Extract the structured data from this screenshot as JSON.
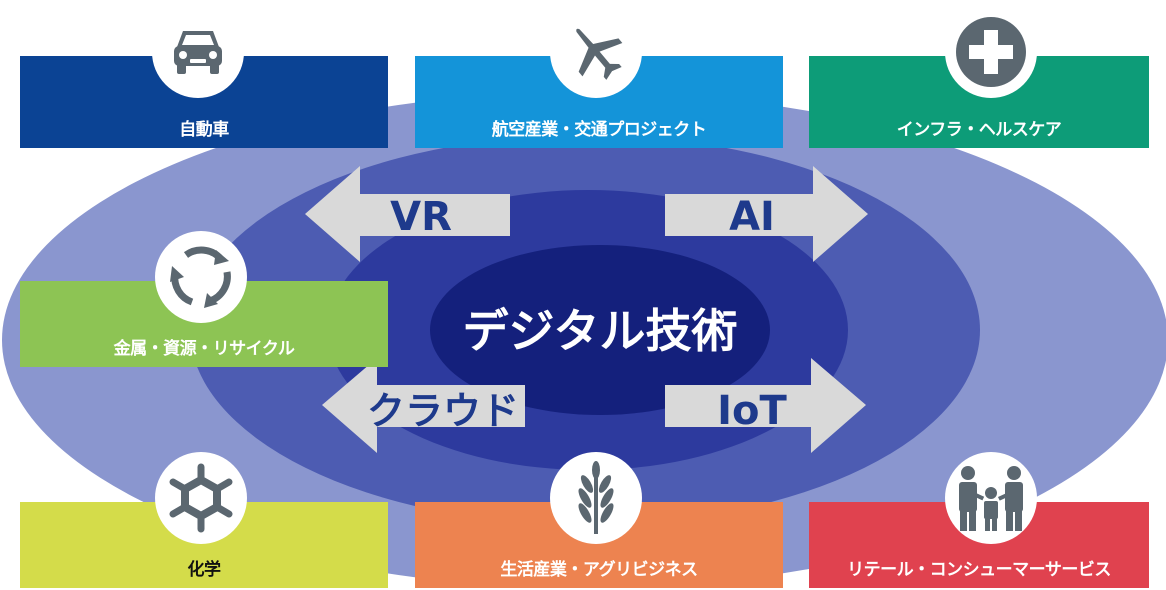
{
  "center": {
    "label": "デジタル技術"
  },
  "technologies": [
    {
      "label": "VR"
    },
    {
      "label": "AI"
    },
    {
      "label": "クラウド"
    },
    {
      "label": "IoT"
    }
  ],
  "industries": [
    {
      "label": "自動車",
      "color": "#0b4394",
      "icon": "car-icon"
    },
    {
      "label": "航空産業・交通プロジェクト",
      "color": "#1494d9",
      "icon": "airplane-icon"
    },
    {
      "label": "インフラ・ヘルスケア",
      "color": "#0d9c78",
      "icon": "medical-cross-icon"
    },
    {
      "label": "金属・資源・リサイクル",
      "color": "#8dc454",
      "icon": "recycle-icon"
    },
    {
      "label": "化学",
      "color": "#d4dc4a",
      "icon": "molecule-icon"
    },
    {
      "label": "生活産業・アグリビジネス",
      "color": "#ed8350",
      "icon": "wheat-icon"
    },
    {
      "label": "リテール・コンシューマーサービス",
      "color": "#e0424f",
      "icon": "family-icon"
    }
  ],
  "colors": {
    "ring_outer": "#8a96cf",
    "ring_middle": "#4d5cb2",
    "ring_inner": "#2d3a9e",
    "core": "#14207c",
    "arrow": "#d9d9d9",
    "tech_text": "#1e3a8c",
    "icon": "#5b6770"
  }
}
